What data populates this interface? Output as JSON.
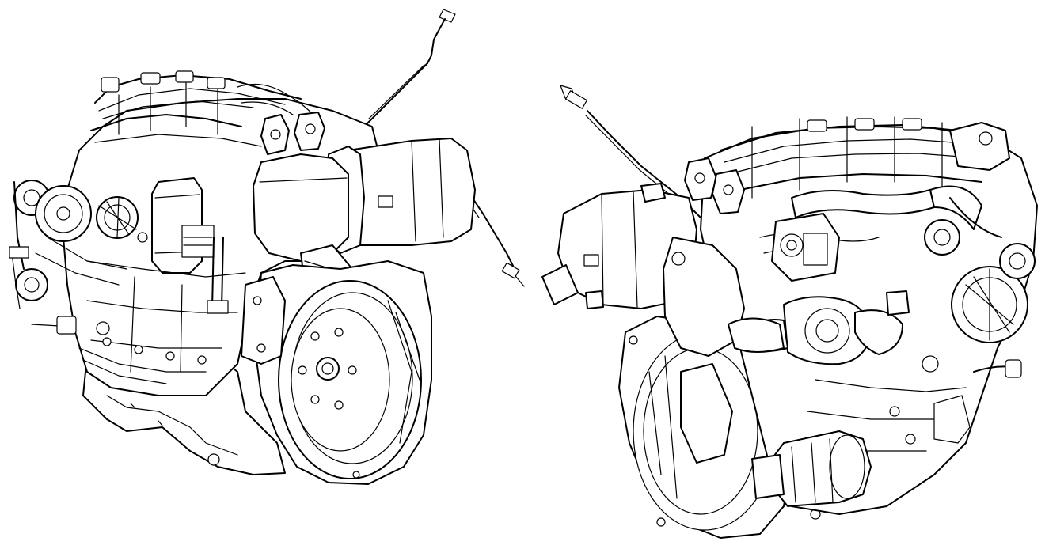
{
  "figure": {
    "background": "#ffffff",
    "line_color": "#000000",
    "views": [
      {
        "id": "engine-view-left",
        "description_icon": "engine-front-three-quarter"
      },
      {
        "id": "engine-view-right",
        "description_icon": "engine-rear-three-quarter"
      }
    ]
  }
}
